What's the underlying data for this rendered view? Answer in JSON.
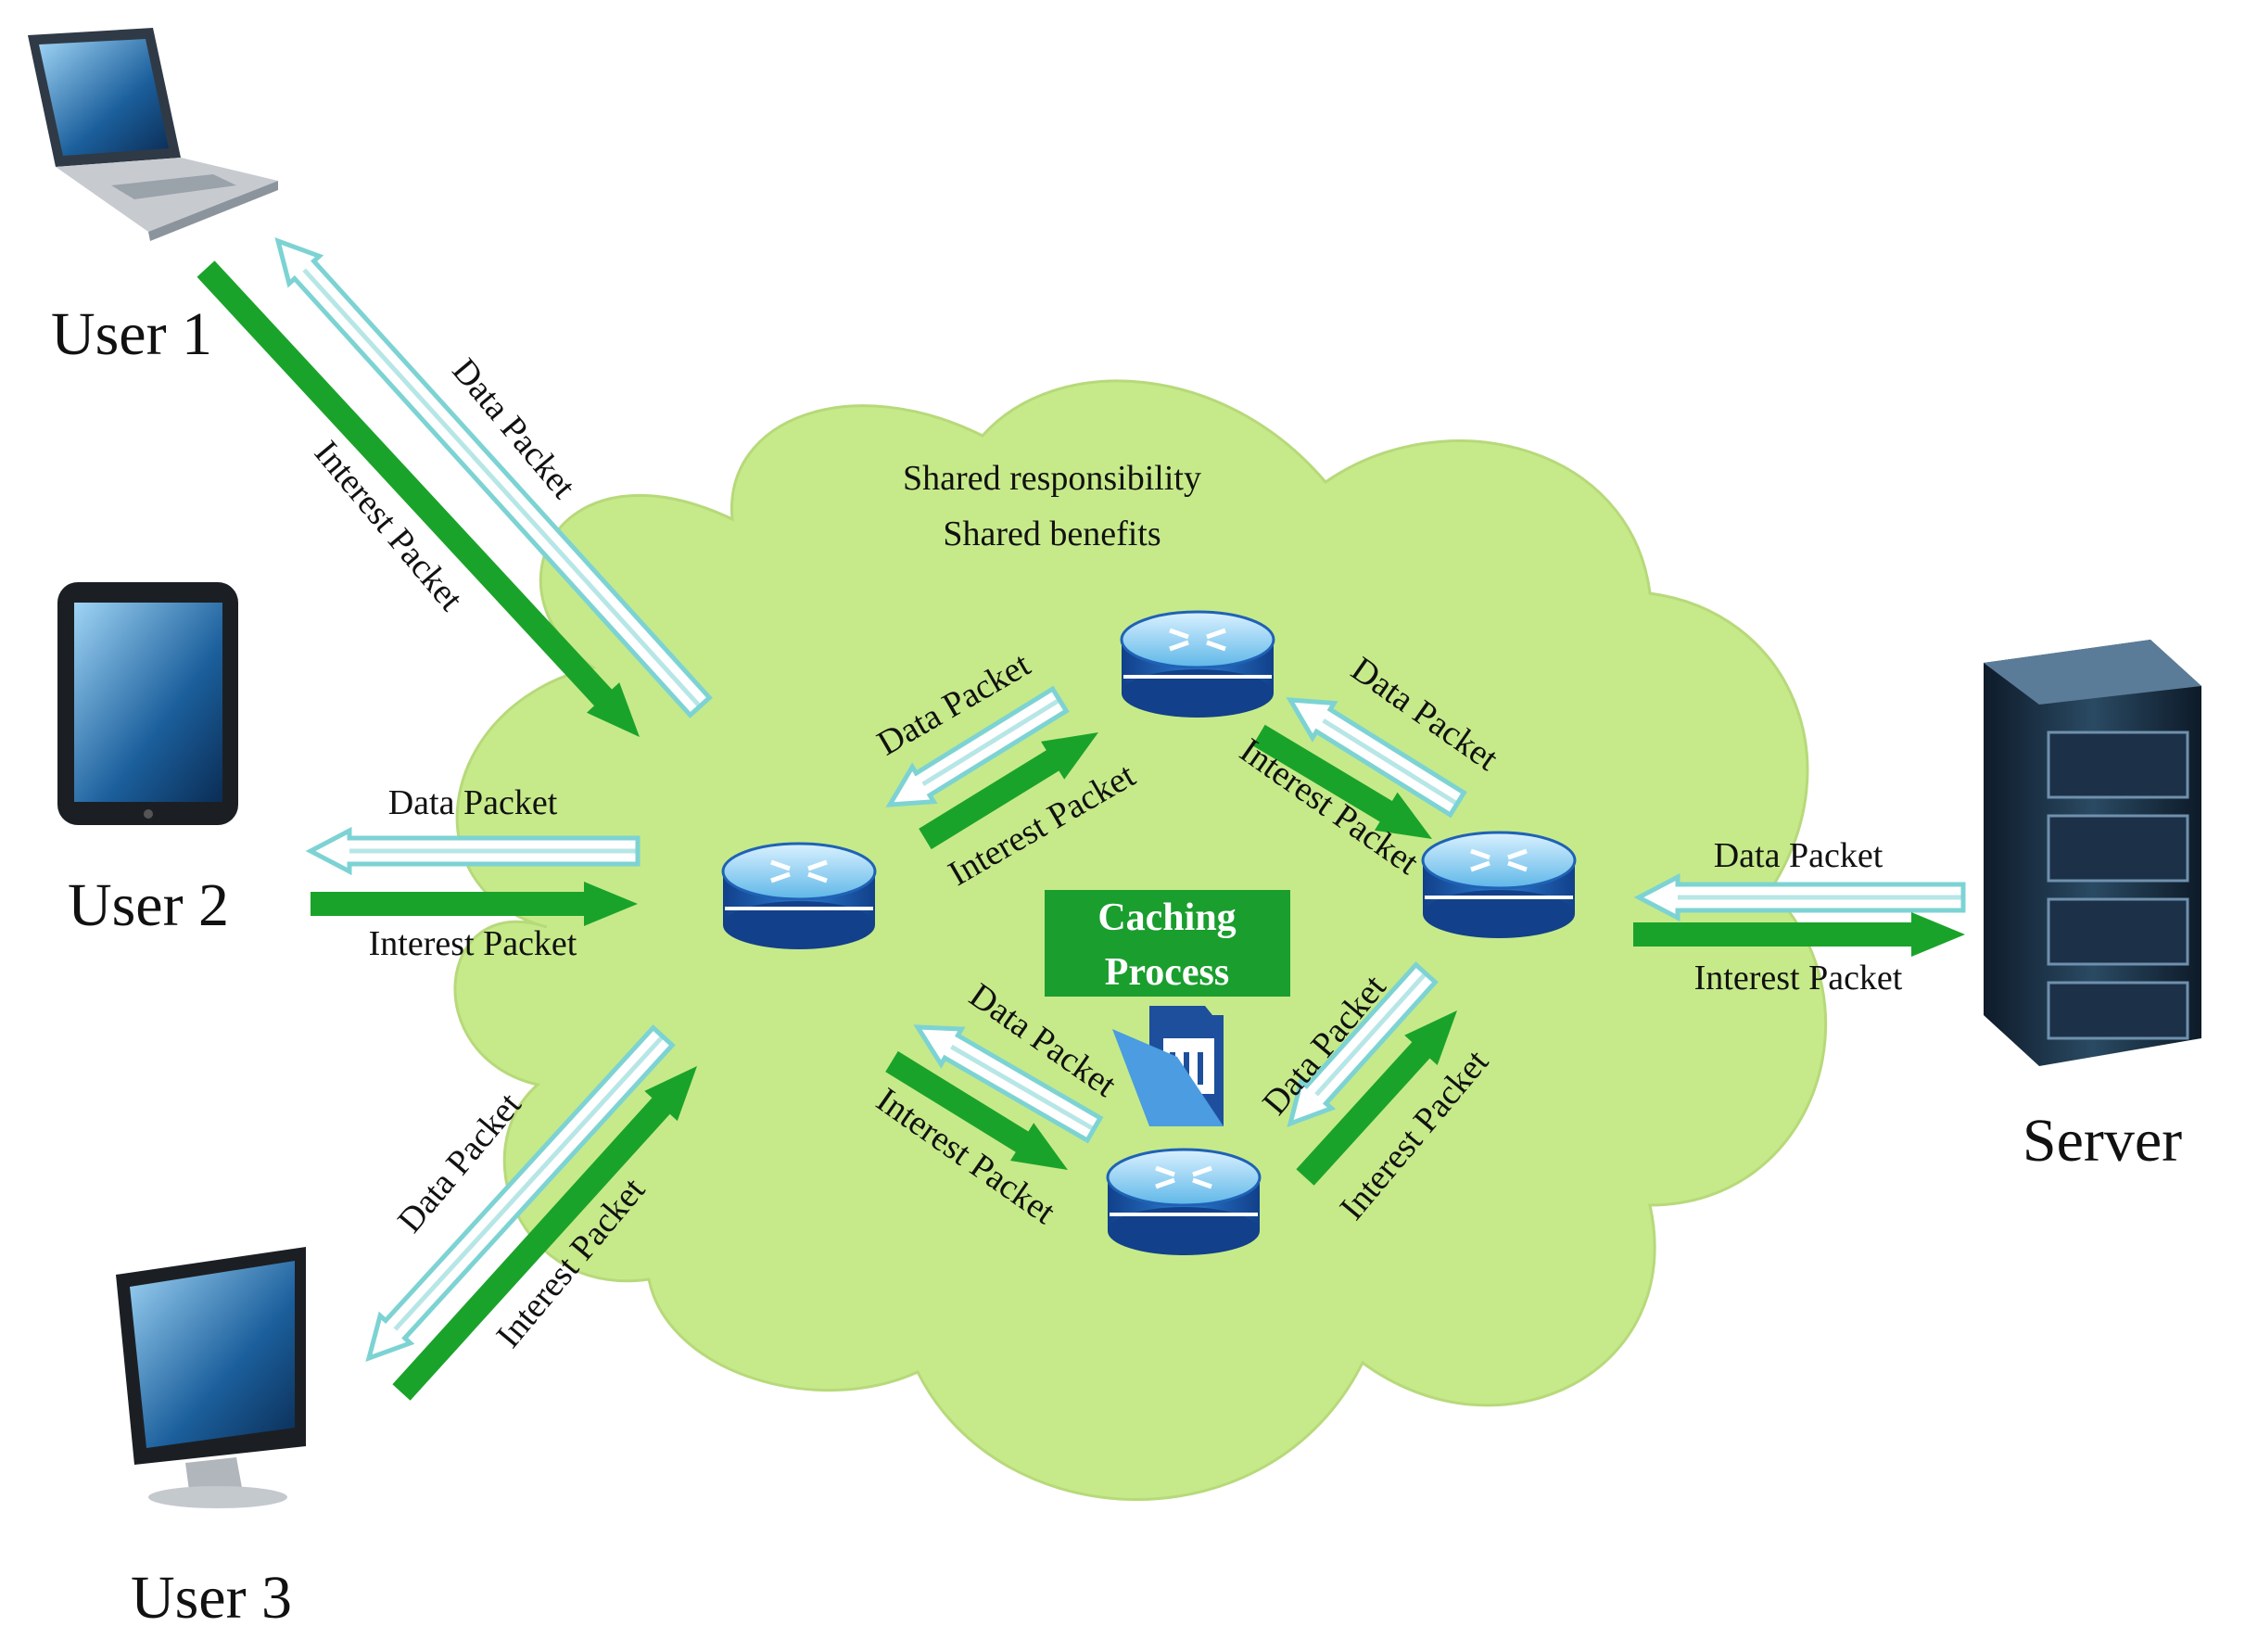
{
  "colors": {
    "cloud": "#c6ea8a",
    "interest_arrow": "#1aa32a",
    "data_arrow": "#7dd3d3",
    "router": "#1f62b5",
    "caching_box": "#1a9e2e"
  },
  "cloud_caption": {
    "line1": "Shared responsibility",
    "line2": "Shared benefits"
  },
  "caching": {
    "line1": "Caching",
    "line2": "Process",
    "icon": "folder-icon"
  },
  "nodes": {
    "user1": {
      "label": "User 1",
      "icon": "laptop-icon"
    },
    "user2": {
      "label": "User 2",
      "icon": "tablet-icon"
    },
    "user3": {
      "label": "User 3",
      "icon": "monitor-icon"
    },
    "server": {
      "label": "Server",
      "icon": "server-rack-icon"
    }
  },
  "routers": [
    "router-icon",
    "router-icon",
    "router-icon",
    "router-icon"
  ],
  "arrow_labels": {
    "data": "Data  Packet",
    "interest": "Interest Packet"
  }
}
